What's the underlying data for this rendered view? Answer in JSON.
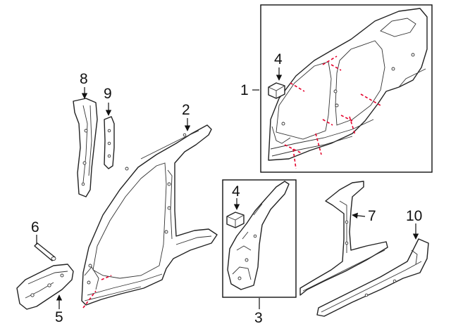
{
  "diagram": {
    "callouts": {
      "c1": "1",
      "c2": "2",
      "c3": "3",
      "c4a": "4",
      "c4b": "4",
      "c5": "5",
      "c6": "6",
      "c7": "7",
      "c8": "8",
      "c9": "9",
      "c10": "10"
    },
    "colors": {
      "line": "#222222",
      "cut_line": "#e4002b",
      "background": "#ffffff"
    }
  }
}
